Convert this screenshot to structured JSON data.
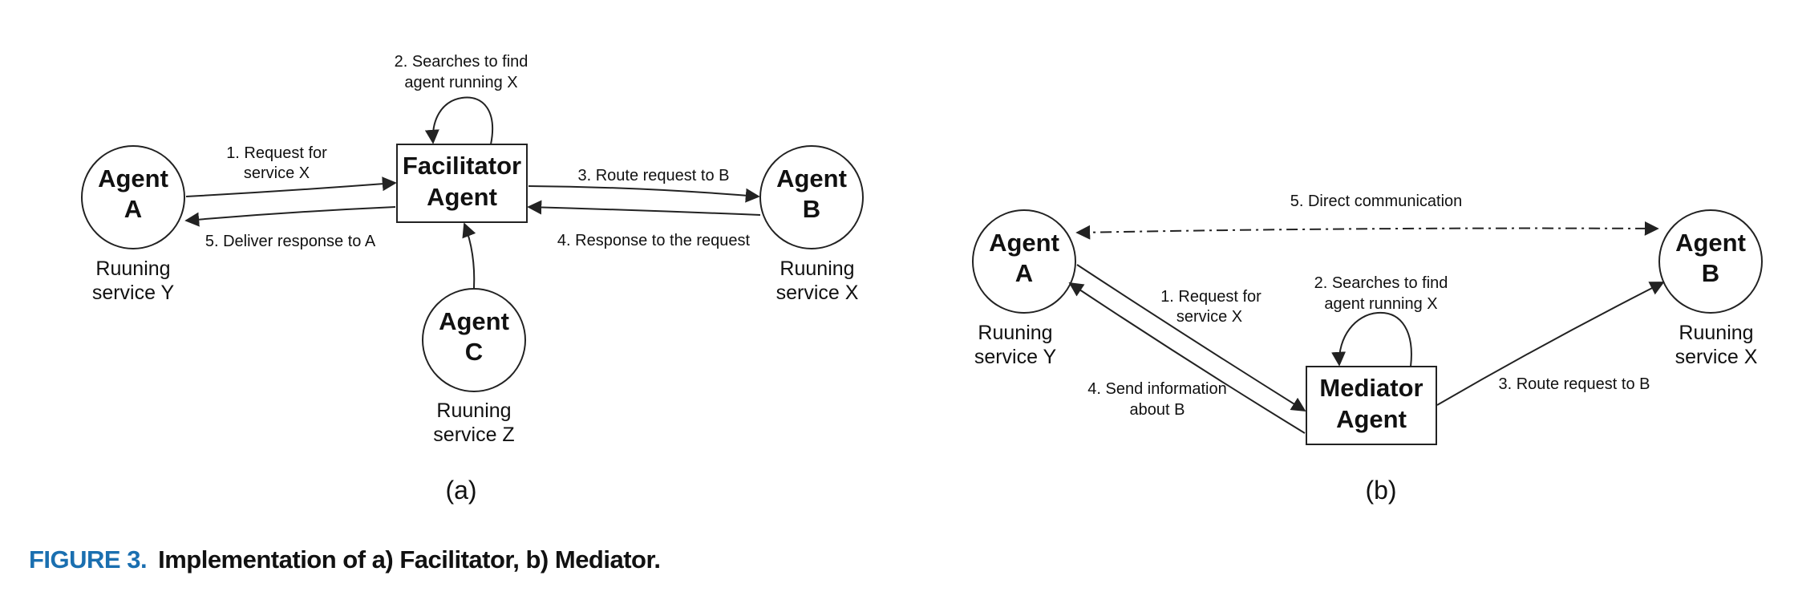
{
  "panel_a": {
    "label": "(a)",
    "nodes": {
      "agent_a": [
        "Agent",
        "A"
      ],
      "facilitator": [
        "Facilitator",
        "Agent"
      ],
      "agent_b": [
        "Agent",
        "B"
      ],
      "agent_c": [
        "Agent",
        "C"
      ]
    },
    "captions": {
      "agent_a": [
        "Ruuning",
        "service Y"
      ],
      "agent_b": [
        "Ruuning",
        "service X"
      ],
      "agent_c": [
        "Ruuning",
        "service Z"
      ]
    },
    "edges": {
      "self_loop": [
        "2. Searches to find",
        "agent running X"
      ],
      "request": [
        "1. Request for",
        "service X"
      ],
      "deliver": "5. Deliver response  to A",
      "route": "3. Route request to B",
      "response": "4. Response to the request"
    }
  },
  "panel_b": {
    "label": "(b)",
    "nodes": {
      "agent_a": [
        "Agent",
        "A"
      ],
      "agent_b": [
        "Agent",
        "B"
      ],
      "mediator": [
        "Mediator",
        "Agent"
      ]
    },
    "captions": {
      "agent_a": [
        "Ruuning",
        "service Y"
      ],
      "agent_b": [
        "Ruuning",
        "service X"
      ]
    },
    "edges": {
      "direct": "5. Direct communication",
      "request": [
        "1. Request for",
        "service X"
      ],
      "self_loop": [
        "2. Searches to find",
        "agent running X"
      ],
      "send_info": [
        "4. Send information",
        "about B"
      ],
      "route": "3. Route request to B"
    }
  },
  "caption": {
    "number": "FIGURE 3.",
    "text": "Implementation of a) Facilitator, b) Mediator."
  }
}
